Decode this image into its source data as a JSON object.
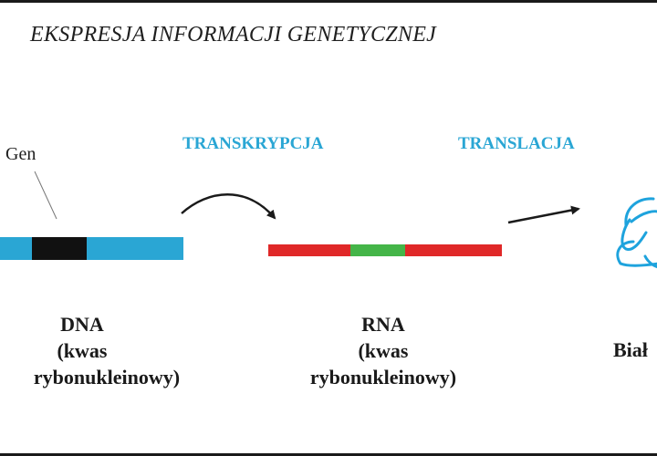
{
  "title": "EKSPRESJA INFORMACJI GENETYCZNEJ",
  "processes": {
    "transcription": "TRANSKRYPCJA",
    "translation": "TRANSLACJA"
  },
  "gene_label": "Gen",
  "dna": {
    "name": "DNA",
    "line2": "(kwas",
    "line3": "rybonukleinowy)"
  },
  "rna": {
    "name": "RNA",
    "line2": "(kwas",
    "line3": "rybonukleinowy)"
  },
  "protein": {
    "name": "Biał"
  },
  "colors": {
    "process_text": "#2aa6d4",
    "dna_strand": "#2aa6d4",
    "gene_segment": "#111111",
    "rna_strand": "#e02828",
    "rna_segment": "#44b548",
    "protein_sketch": "#1ea3dd",
    "arrows": "#1a1a1a"
  }
}
